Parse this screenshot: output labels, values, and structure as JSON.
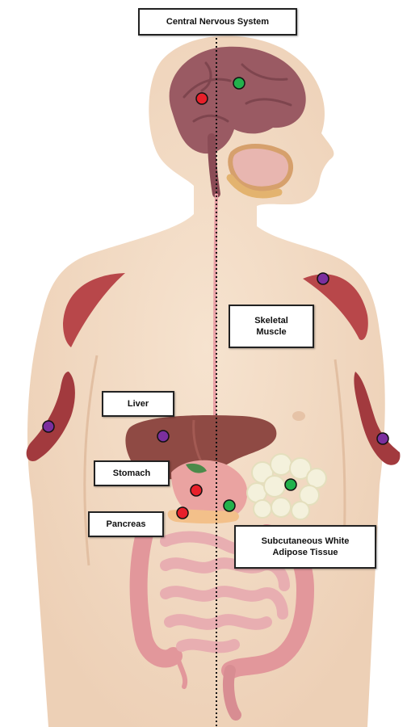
{
  "labels": {
    "cns": "Central Nervous System",
    "skeletal_muscle": "Skeletal\nMuscle",
    "liver": "Liver",
    "stomach": "Stomach",
    "pancreas": "Pancreas",
    "scwat": "Subcutaneous White\nAdipose Tissue"
  },
  "marker_colors": {
    "red": "#e8202a",
    "green": "#22b14c",
    "purple": "#7b2f9e"
  },
  "colors": {
    "skin": "#f3dcc6",
    "skin_shadow": "#e9c9ad",
    "brain": "#9a5a63",
    "muscle": "#b8474a",
    "liver": "#8f4a44",
    "intestine": "#e6a5a8",
    "adipose": "#f4f1dc",
    "spinal_cord": "#e9a0a6"
  }
}
